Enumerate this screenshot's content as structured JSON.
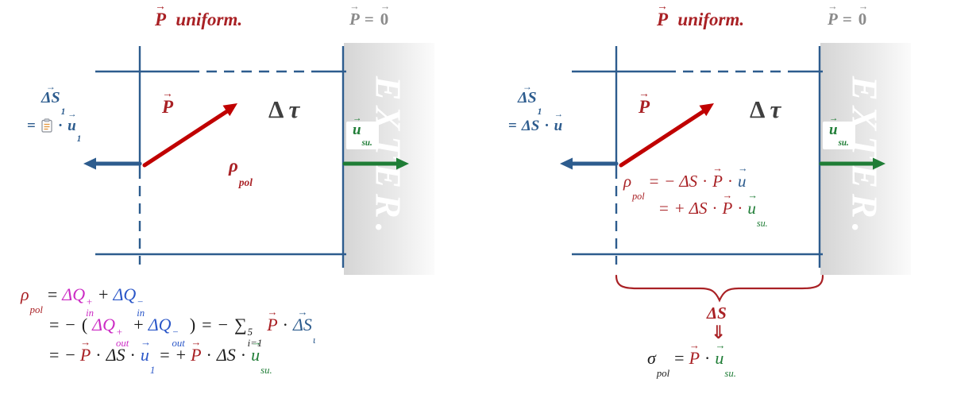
{
  "colors": {
    "red": "#a92125",
    "arrow_red": "#c00000",
    "steel": "#2d5c8e",
    "blue": "#2b57c8",
    "green": "#1f7d36",
    "magenta": "#cc2bc4",
    "ink": "#1c1c1c",
    "gray": "#8b8b8b",
    "dgray": "#3f3f3f"
  },
  "panel_left": {
    "p_uniform": [
      {
        "t": "P",
        "vec": true,
        "c": "red"
      },
      {
        "t": "uniform.",
        "c": "red",
        "gap": true
      }
    ],
    "p_zero": [
      {
        "t": "P",
        "vec": true,
        "c": "gray"
      },
      {
        "t": "=",
        "up": true,
        "c": "gray"
      },
      {
        "t": "0",
        "vec": true,
        "up": true,
        "c": "gray"
      }
    ],
    "ds1": [
      {
        "t": "ΔS",
        "vec": true,
        "sub": "1",
        "c": "steel"
      }
    ],
    "ds1_eq_pre": [
      {
        "t": "=",
        "up": true,
        "c": "steel"
      }
    ],
    "ds1_eq_post": [
      {
        "t": "·",
        "up": true,
        "c": "steel"
      },
      {
        "t": "u",
        "vec": true,
        "sub": "1",
        "c": "steel"
      }
    ],
    "p_label": [
      {
        "t": "P",
        "vec": true,
        "c": "red"
      }
    ],
    "delta_tau": [
      {
        "t": "Δ",
        "up": true,
        "c": "dgray"
      },
      {
        "t": "τ",
        "c": "dgray"
      }
    ],
    "rho_pol": [
      {
        "t": "ρ",
        "sub": "pol",
        "c": "red"
      }
    ],
    "u_su": [
      {
        "t": "u",
        "vec": true,
        "sub": "su.",
        "c": "green"
      }
    ],
    "exter": "EXTER.",
    "eq1": [
      {
        "t": "ρ",
        "sub": "pol",
        "c": "red"
      },
      {
        "t": "=",
        "up": true,
        "c": "ink"
      },
      {
        "t": "ΔQ",
        "sup": "+",
        "sub": "in",
        "c": "magenta"
      },
      {
        "t": "+",
        "up": true,
        "c": "ink"
      },
      {
        "t": "ΔQ",
        "sup": "−",
        "sub": "in",
        "c": "blue"
      }
    ],
    "eq2": [
      {
        "t": "=",
        "up": true,
        "c": "ink"
      },
      {
        "t": "−",
        "up": true,
        "c": "ink"
      },
      {
        "t": "(",
        "up": true,
        "c": "ink"
      },
      {
        "t": "ΔQ",
        "sup": "+",
        "sub": "out",
        "c": "magenta"
      },
      {
        "t": "+",
        "up": true,
        "c": "ink"
      },
      {
        "t": "ΔQ",
        "sup": "−",
        "sub": "out",
        "c": "blue"
      },
      {
        "t": ")",
        "up": true,
        "c": "ink"
      },
      {
        "t": "=",
        "up": true,
        "c": "ink"
      },
      {
        "t": "−",
        "up": true,
        "c": "ink"
      },
      {
        "t": "∑",
        "up": true,
        "sup": "5",
        "sub": "i=1",
        "c": "ink"
      },
      {
        "t": "P",
        "vec": true,
        "c": "red"
      },
      {
        "t": "·",
        "up": true,
        "c": "ink"
      },
      {
        "t": "ΔS",
        "vec": true,
        "sub": "ι",
        "c": "steel"
      }
    ],
    "eq3": [
      {
        "t": "=",
        "up": true,
        "c": "ink"
      },
      {
        "t": "−",
        "up": true,
        "c": "ink"
      },
      {
        "t": "P",
        "vec": true,
        "c": "red"
      },
      {
        "t": "·",
        "up": true,
        "c": "ink"
      },
      {
        "t": "ΔS",
        "c": "ink"
      },
      {
        "t": "·",
        "up": true,
        "c": "ink"
      },
      {
        "t": "u",
        "vec": true,
        "sub": "1",
        "c": "blue"
      },
      {
        "t": "=",
        "up": true,
        "c": "ink"
      },
      {
        "t": "+",
        "up": true,
        "c": "ink"
      },
      {
        "t": "P",
        "vec": true,
        "c": "red"
      },
      {
        "t": "·",
        "up": true,
        "c": "ink"
      },
      {
        "t": "ΔS",
        "c": "ink"
      },
      {
        "t": "·",
        "up": true,
        "c": "ink"
      },
      {
        "t": "u",
        "vec": true,
        "sub": "su.",
        "c": "green"
      }
    ]
  },
  "panel_right": {
    "p_uniform": [
      {
        "t": "P",
        "vec": true,
        "c": "red"
      },
      {
        "t": "uniform.",
        "c": "red",
        "gap": true
      }
    ],
    "p_zero": [
      {
        "t": "P",
        "vec": true,
        "c": "gray"
      },
      {
        "t": "=",
        "up": true,
        "c": "gray"
      },
      {
        "t": "0",
        "vec": true,
        "up": true,
        "c": "gray"
      }
    ],
    "ds1": [
      {
        "t": "ΔS",
        "vec": true,
        "sub": "1",
        "c": "steel"
      }
    ],
    "ds1_eq": [
      {
        "t": "=",
        "up": true,
        "c": "steel"
      },
      {
        "t": "ΔS",
        "c": "steel"
      },
      {
        "t": "·",
        "up": true,
        "c": "steel"
      },
      {
        "t": "u",
        "vec": true,
        "c": "steel"
      }
    ],
    "p_label": [
      {
        "t": "P",
        "vec": true,
        "c": "red"
      }
    ],
    "delta_tau": [
      {
        "t": "Δ",
        "up": true,
        "c": "dgray"
      },
      {
        "t": "τ",
        "c": "dgray"
      }
    ],
    "u_su": [
      {
        "t": "u",
        "vec": true,
        "sub": "su.",
        "c": "green"
      }
    ],
    "exter": "EXTER.",
    "rho_eq1": [
      {
        "t": "ρ",
        "sub": "pol",
        "c": "red"
      },
      {
        "t": "=",
        "up": true,
        "c": "red"
      },
      {
        "t": "−",
        "up": true,
        "c": "red"
      },
      {
        "t": "ΔS",
        "c": "red"
      },
      {
        "t": "·",
        "up": true,
        "c": "red"
      },
      {
        "t": "P",
        "vec": true,
        "c": "red"
      },
      {
        "t": "·",
        "up": true,
        "c": "red"
      },
      {
        "t": "u",
        "vec": true,
        "c": "steel"
      }
    ],
    "rho_eq2": [
      {
        "t": "=",
        "up": true,
        "c": "red"
      },
      {
        "t": "+",
        "up": true,
        "c": "red"
      },
      {
        "t": "ΔS",
        "c": "red"
      },
      {
        "t": "·",
        "up": true,
        "c": "red"
      },
      {
        "t": "P",
        "vec": true,
        "c": "red"
      },
      {
        "t": "·",
        "up": true,
        "c": "red"
      },
      {
        "t": "u",
        "vec": true,
        "sub": "su.",
        "c": "green"
      }
    ],
    "ds_brace": [
      {
        "t": "ΔS",
        "c": "red"
      }
    ],
    "darrow": "⇓",
    "sigma_eq": [
      {
        "t": "σ",
        "sub": "pol",
        "c": "ink"
      },
      {
        "t": "=",
        "up": true,
        "c": "ink"
      },
      {
        "t": "P",
        "vec": true,
        "c": "red"
      },
      {
        "t": "·",
        "up": true,
        "c": "ink"
      },
      {
        "t": "u",
        "vec": true,
        "sub": "su.",
        "c": "green"
      }
    ]
  }
}
